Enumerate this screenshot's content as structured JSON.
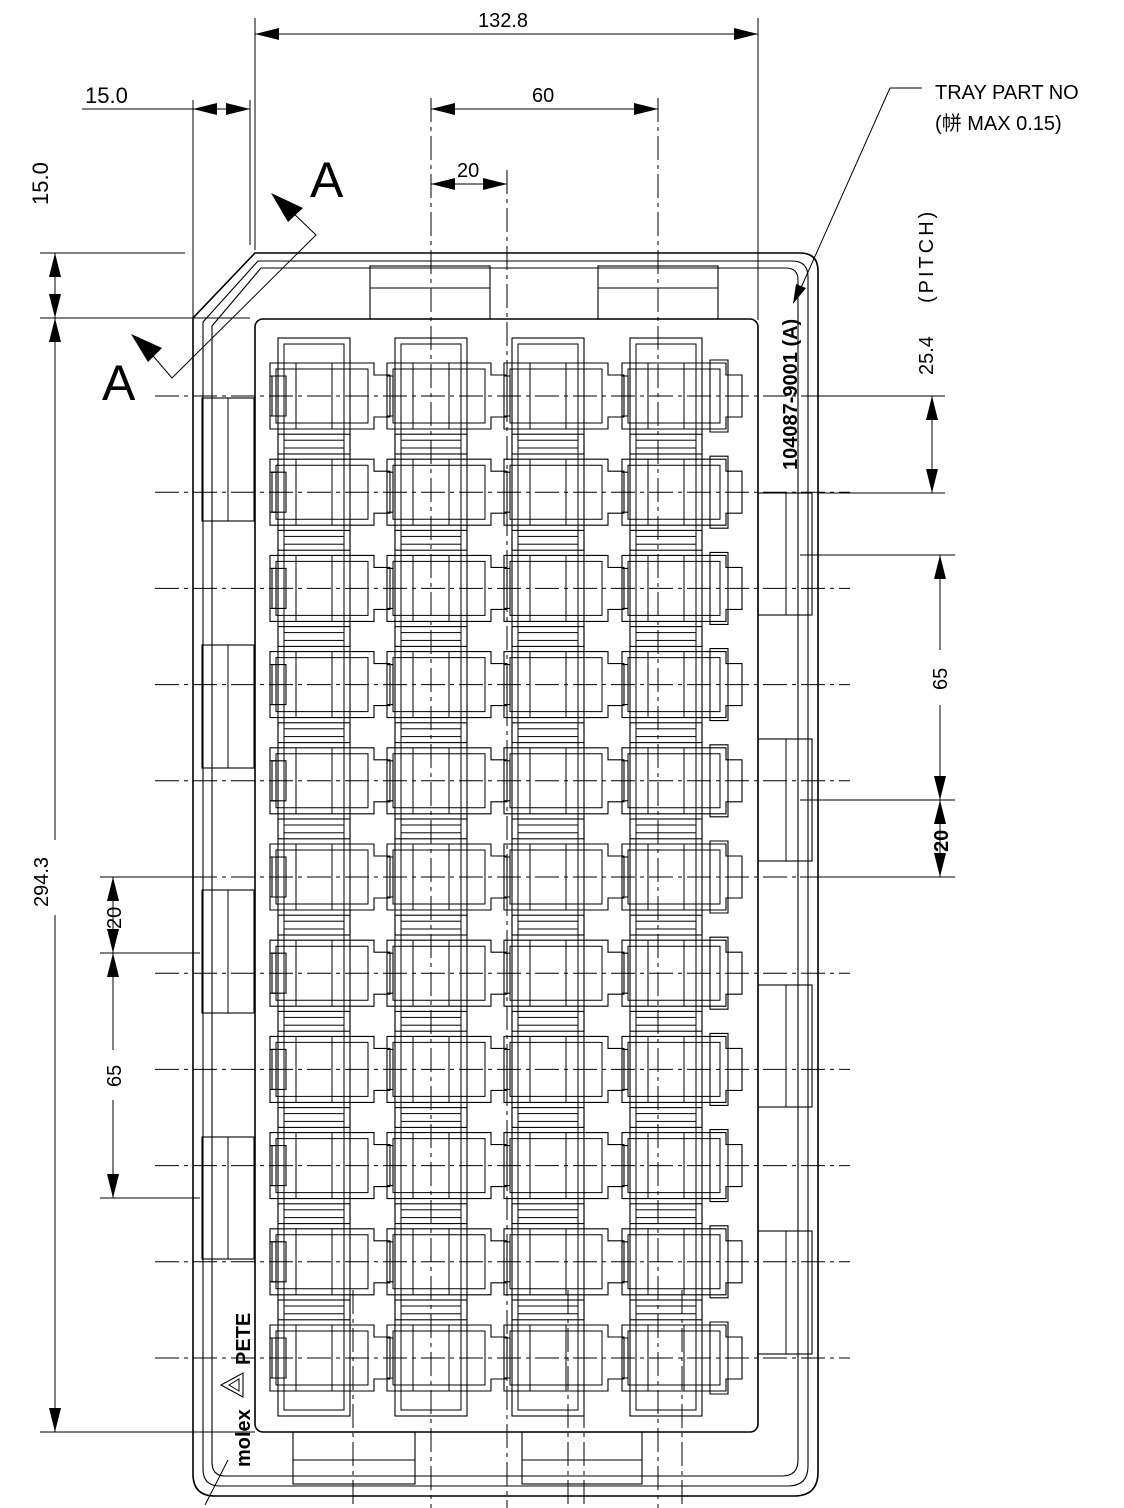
{
  "dimensions": {
    "overall_width": "132.8",
    "left_offset": "15.0",
    "top_offset": "15.0",
    "column_spacing_60": "60",
    "column_spacing_20": "20",
    "pitch_value": "25.4",
    "pitch_label": "(PITCH)",
    "right_span_65": "65",
    "right_gap_20": "20",
    "overall_height": "294.3",
    "left_gap_20": "20",
    "left_span_65": "65"
  },
  "section_marker": {
    "letter_top": "A",
    "letter_bottom": "A"
  },
  "callout": {
    "line1": "TRAY PART NO",
    "line2": "(帡 MAX 0.15)"
  },
  "tray_text": {
    "part_number": "104087-9001 (A)",
    "brand": "molex",
    "recycle_code": "PETE",
    "recycle_symbol": "recycle-icon"
  },
  "grid": {
    "rows": 11,
    "columns": 4
  }
}
